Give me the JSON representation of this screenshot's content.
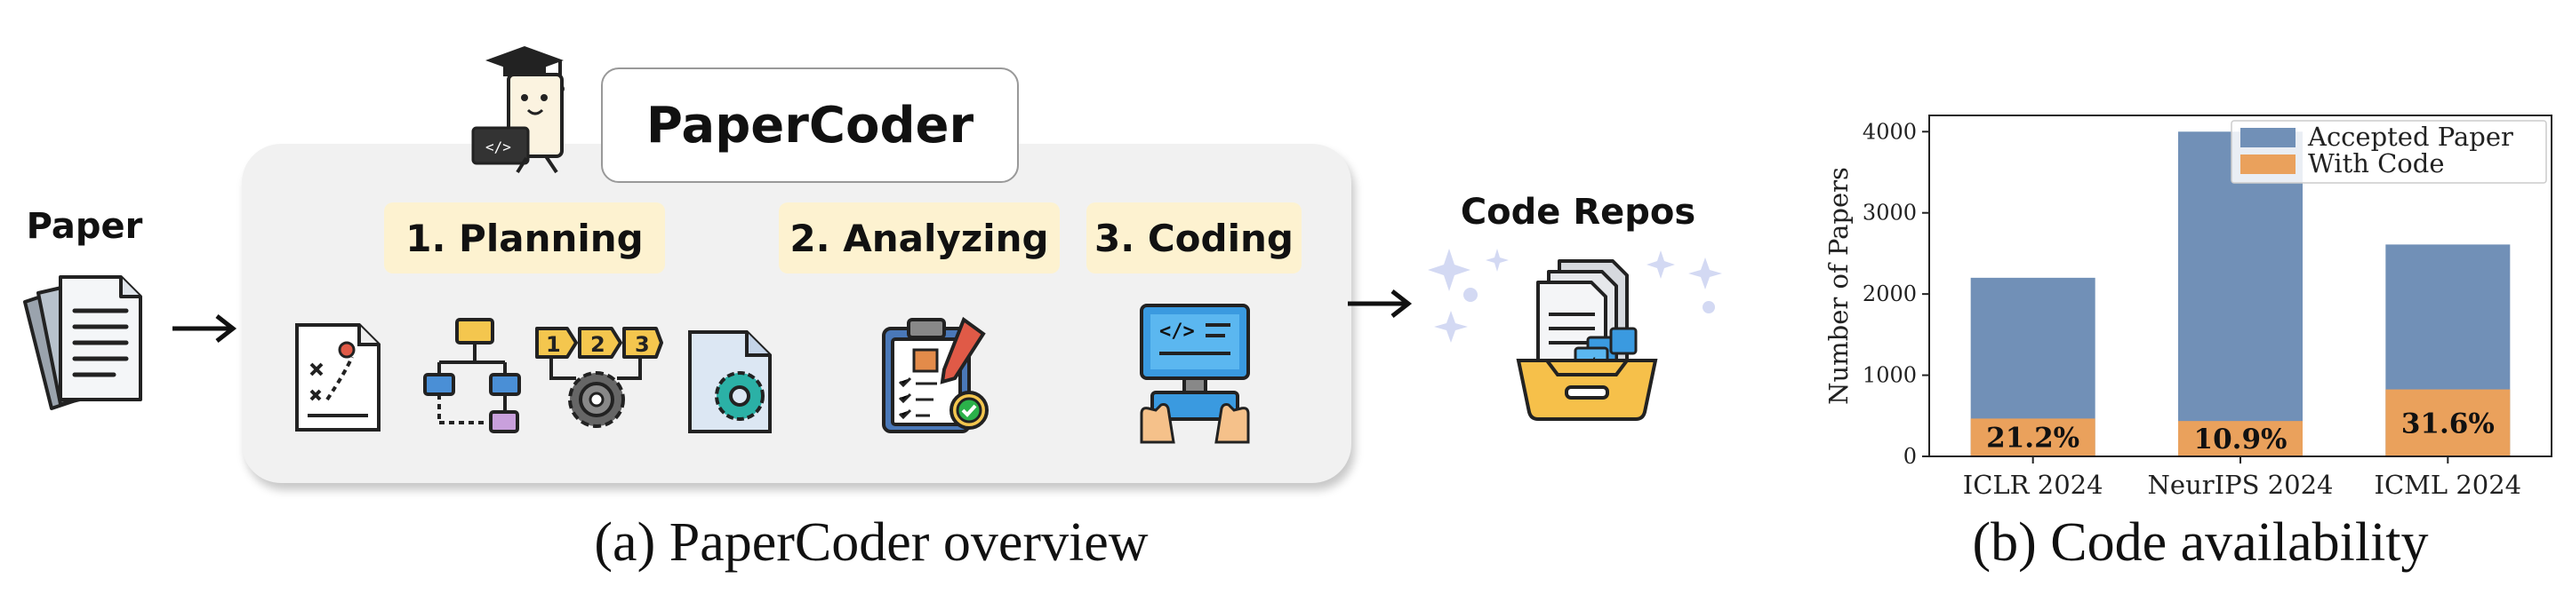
{
  "overview": {
    "paper_label": "Paper",
    "system_name": "PaperCoder",
    "stages": [
      {
        "label": "1. Planning"
      },
      {
        "label": "2. Analyzing"
      },
      {
        "label": "3. Coding"
      }
    ],
    "output_label": "Code Repos",
    "caption": "(a) PaperCoder overview"
  },
  "chart_caption": "(b) Code availability",
  "chart_data": {
    "type": "bar",
    "stacked": true,
    "categories": [
      "ICLR 2024",
      "NeurIPS 2024",
      "ICML 2024"
    ],
    "series": [
      {
        "name": "Accepted Paper",
        "values": [
          2200,
          4000,
          2610
        ],
        "color": "#7190b7"
      },
      {
        "name": "With Code",
        "values": [
          466,
          436,
          825
        ],
        "color": "#eaa15c"
      }
    ],
    "bar_labels": [
      "21.2%",
      "10.9%",
      "31.6%"
    ],
    "ylabel": "Number of Papers",
    "yticks": [
      0,
      1000,
      2000,
      3000,
      4000
    ],
    "ylim": [
      0,
      4200
    ],
    "legend_position": "top-right",
    "grid": false
  }
}
